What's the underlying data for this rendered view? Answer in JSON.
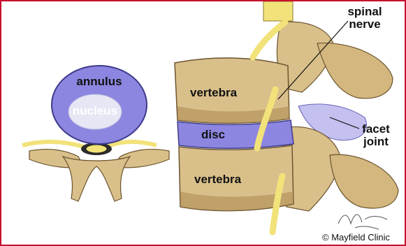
{
  "labels": {
    "annulus": "annulus",
    "nucleus": "nucleus",
    "vertebra_top": "vertebra",
    "disc": "disc",
    "vertebra_bottom": "vertebra",
    "spinal_nerve_line1": "spinal",
    "spinal_nerve_line2": "nerve",
    "facet_joint_line1": "facet",
    "facet_joint_line2": "joint"
  },
  "credit": "© Mayfield Clinic",
  "signature": "M. Henderson / F. Amer",
  "colors": {
    "border": "#c8102e",
    "bone": "#d9c08a",
    "bone_shadow": "#a9874e",
    "annulus": "#8c86e0",
    "nucleus": "#e6e6f5",
    "nerve": "#f2e27a"
  }
}
